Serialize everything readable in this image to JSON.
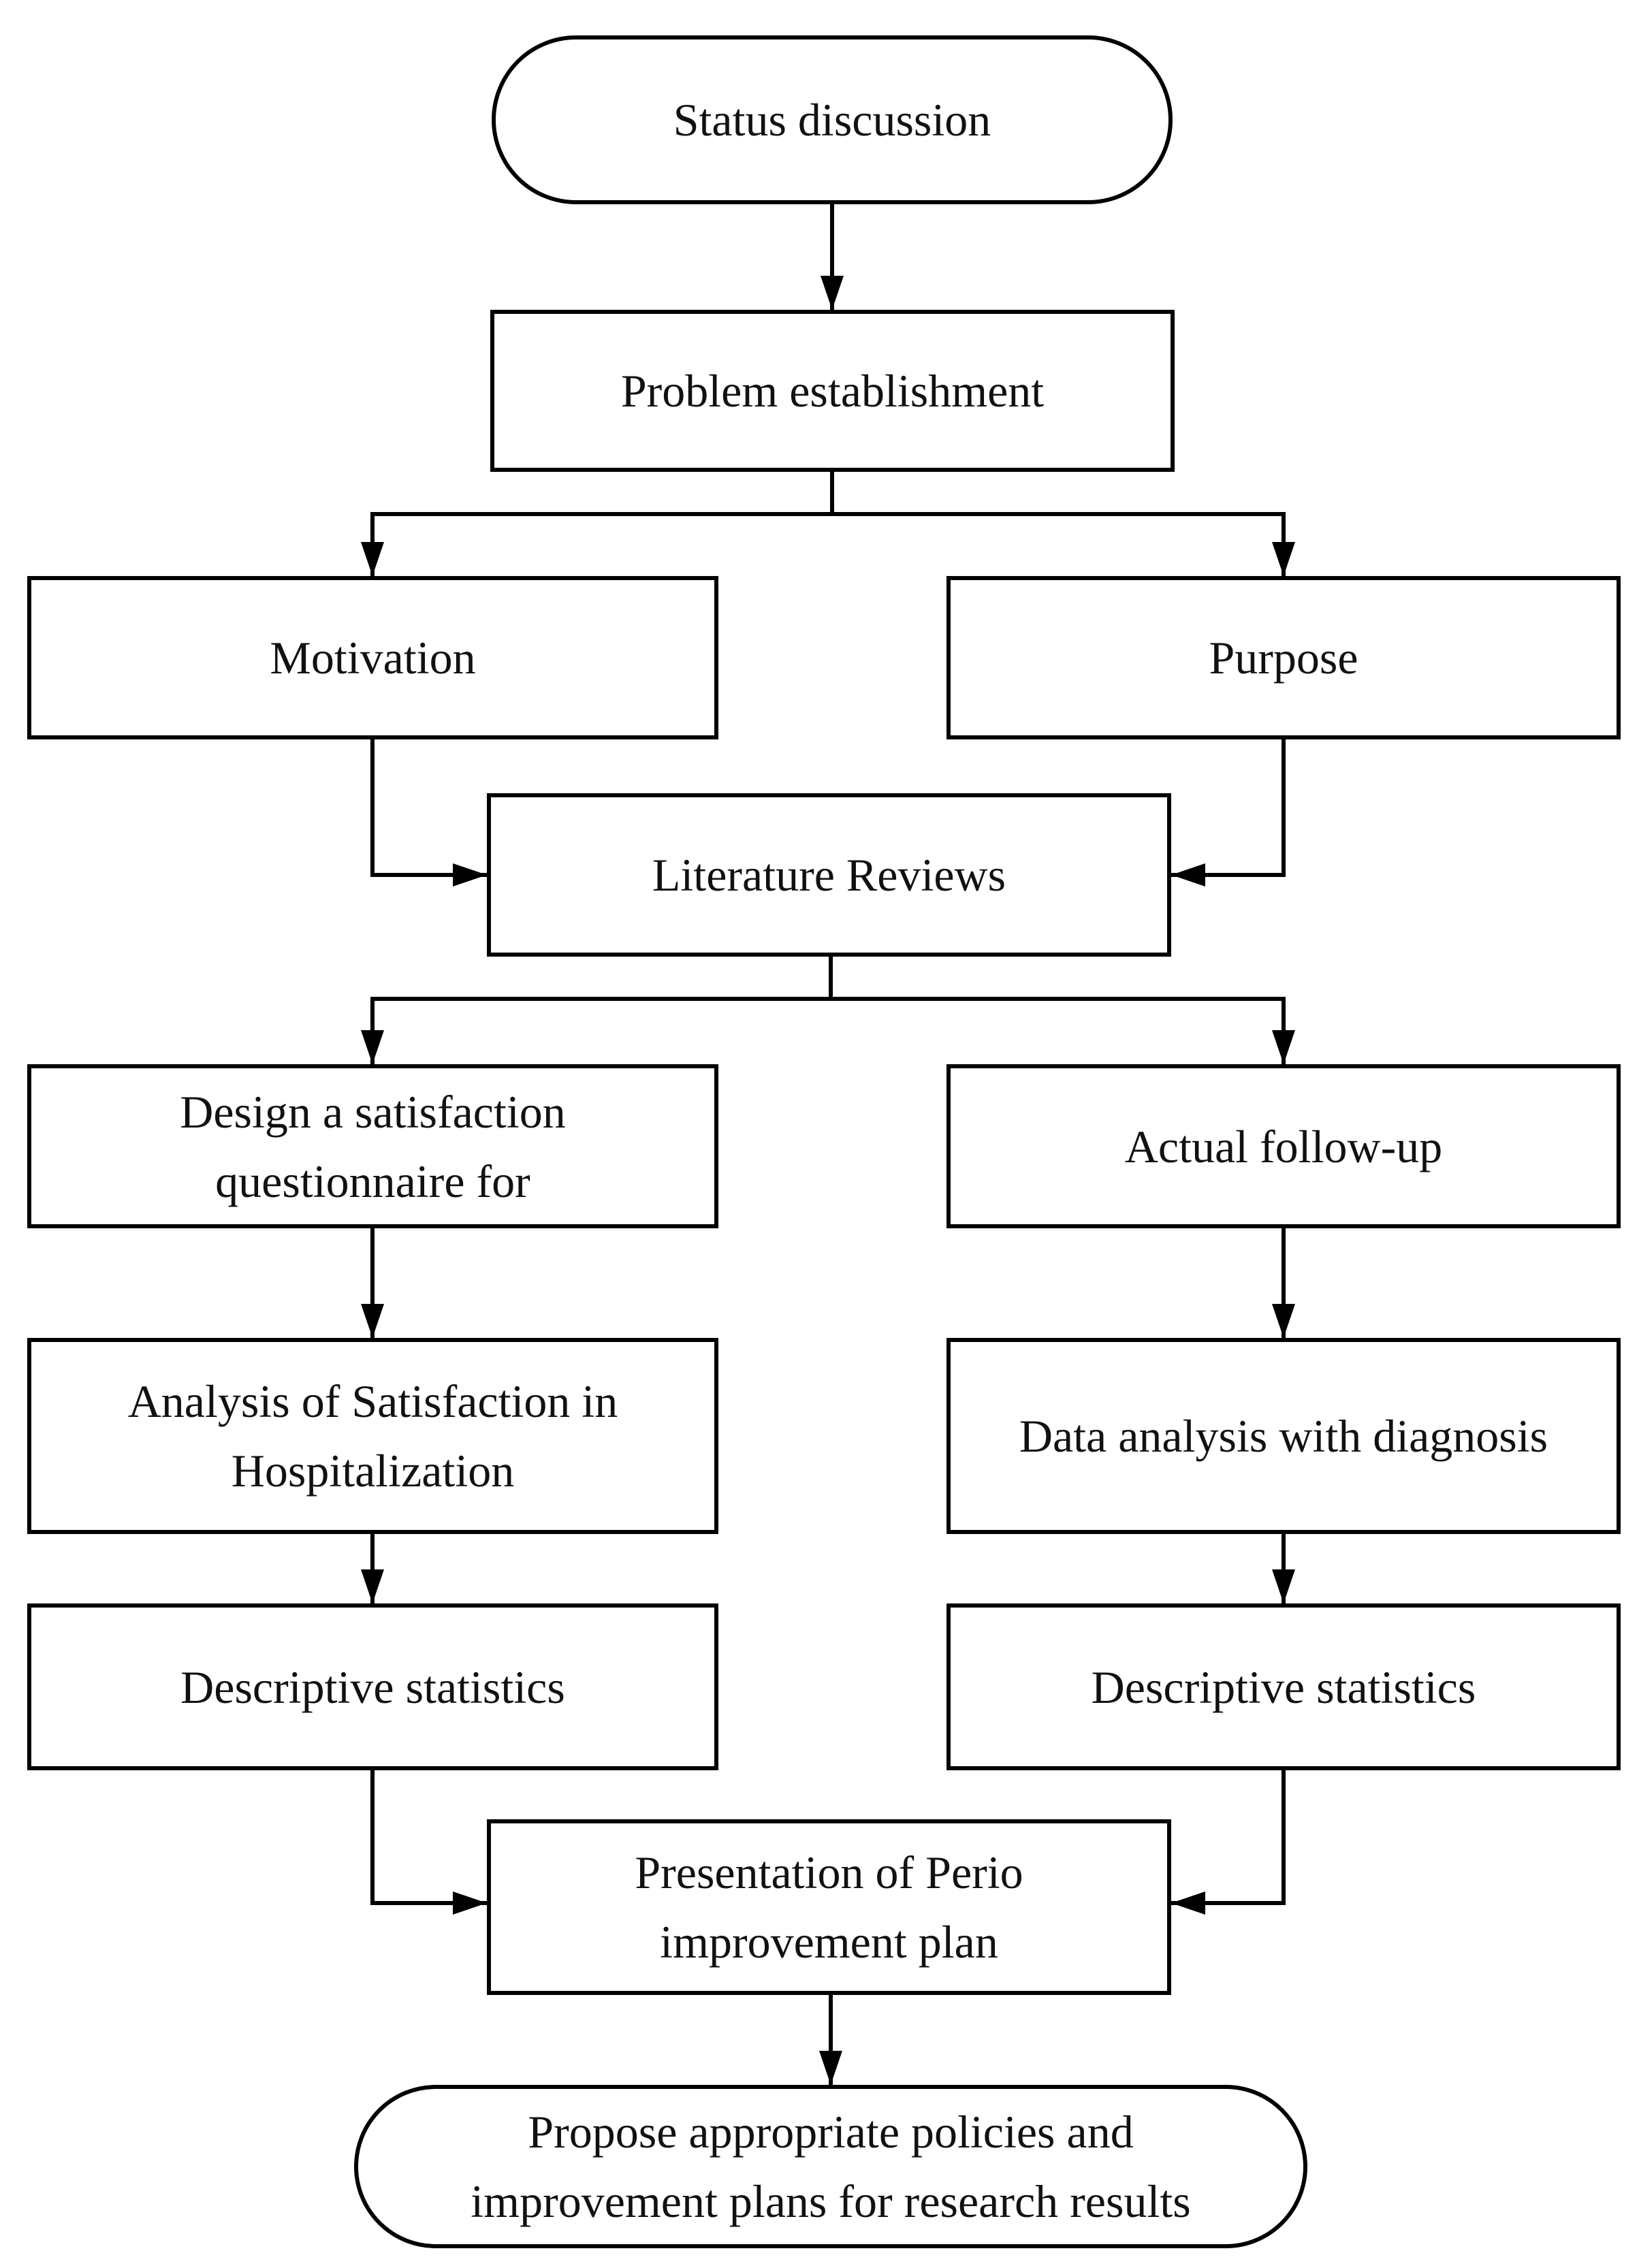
{
  "diagram": {
    "type": "flowchart",
    "colors": {
      "background": "#ffffff",
      "line": "#000000",
      "text": "#111111"
    },
    "nodes": [
      {
        "id": "status-discussion",
        "shape": "stadium",
        "label": "Status discussion"
      },
      {
        "id": "problem-establishment",
        "shape": "rect",
        "label": "Problem establishment"
      },
      {
        "id": "motivation",
        "shape": "rect",
        "label": "Motivation"
      },
      {
        "id": "purpose",
        "shape": "rect",
        "label": "Purpose"
      },
      {
        "id": "literature-reviews",
        "shape": "rect",
        "label": "Literature Reviews"
      },
      {
        "id": "design-questionnaire",
        "shape": "rect",
        "label": "Design a satisfaction\nquestionnaire for"
      },
      {
        "id": "actual-follow-up",
        "shape": "rect",
        "label": "Actual follow-up"
      },
      {
        "id": "analysis-satisfaction",
        "shape": "rect",
        "label": "Analysis of Satisfaction in\nHospitalization"
      },
      {
        "id": "data-analysis",
        "shape": "rect",
        "label": "Data analysis with diagnosis"
      },
      {
        "id": "descriptive-statistics-left",
        "shape": "rect",
        "label": "Descriptive statistics"
      },
      {
        "id": "descriptive-statistics-right",
        "shape": "rect",
        "label": "Descriptive statistics"
      },
      {
        "id": "presentation-plan",
        "shape": "rect",
        "label": "Presentation of Perio\nimprovement plan"
      },
      {
        "id": "propose-policies",
        "shape": "stadium",
        "label": "Propose appropriate policies and\nimprovement plans for research results"
      }
    ],
    "edges": [
      {
        "from": "status-discussion",
        "to": "problem-establishment"
      },
      {
        "from": "problem-establishment",
        "to": "motivation"
      },
      {
        "from": "problem-establishment",
        "to": "purpose"
      },
      {
        "from": "motivation",
        "to": "literature-reviews"
      },
      {
        "from": "purpose",
        "to": "literature-reviews"
      },
      {
        "from": "literature-reviews",
        "to": "design-questionnaire"
      },
      {
        "from": "literature-reviews",
        "to": "actual-follow-up"
      },
      {
        "from": "design-questionnaire",
        "to": "analysis-satisfaction"
      },
      {
        "from": "actual-follow-up",
        "to": "data-analysis"
      },
      {
        "from": "analysis-satisfaction",
        "to": "descriptive-statistics-left"
      },
      {
        "from": "data-analysis",
        "to": "descriptive-statistics-right"
      },
      {
        "from": "descriptive-statistics-left",
        "to": "presentation-plan"
      },
      {
        "from": "descriptive-statistics-right",
        "to": "presentation-plan"
      },
      {
        "from": "presentation-plan",
        "to": "propose-policies"
      }
    ]
  }
}
